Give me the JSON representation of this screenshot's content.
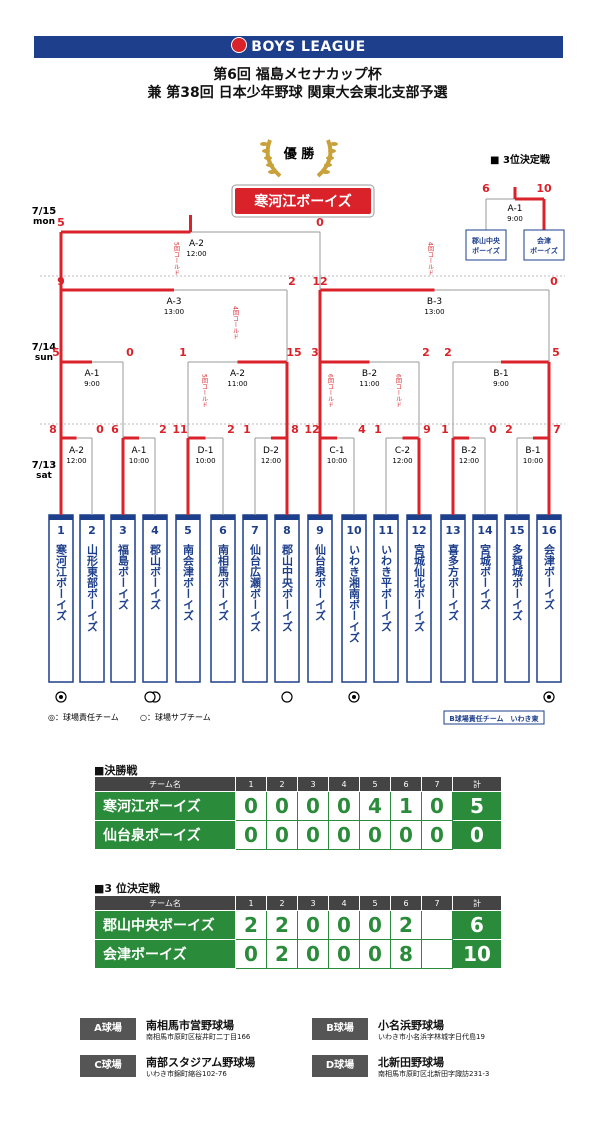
{
  "header": {
    "league": "BOYS LEAGUE",
    "title1": "第6回 福島メセナカップ杯",
    "title2": "兼 第38回 日本少年野球 関東大会東北支部予選"
  },
  "winner": {
    "label": "優 勝",
    "team": "寒河江ボーイズ"
  },
  "dates": [
    {
      "d": "7/15",
      "w": "mon"
    },
    {
      "d": "7/14",
      "w": "sun"
    },
    {
      "d": "7/13",
      "w": "sat"
    }
  ],
  "teams": [
    {
      "num": "1",
      "name": "寒河江ボーイズ"
    },
    {
      "num": "2",
      "name": "山形東部ボーイズ"
    },
    {
      "num": "3",
      "name": "福島ボーイズ"
    },
    {
      "num": "4",
      "name": "郡山ボーイズ"
    },
    {
      "num": "5",
      "name": "南会津ボーイズ"
    },
    {
      "num": "6",
      "name": "南相馬ボーイズ"
    },
    {
      "num": "7",
      "name": "仙台広瀬ボーイズ"
    },
    {
      "num": "8",
      "name": "郡山中央ボーイズ"
    },
    {
      "num": "9",
      "name": "仙台泉ボーイズ"
    },
    {
      "num": "10",
      "name": "いわき湘南ボーイズ"
    },
    {
      "num": "11",
      "name": "いわき平ボーイズ"
    },
    {
      "num": "12",
      "name": "宮城仙北ボーイズ"
    },
    {
      "num": "13",
      "name": "喜多方ボーイズ"
    },
    {
      "num": "14",
      "name": "宮城ボーイズ"
    },
    {
      "num": "15",
      "name": "多賀城ボーイズ"
    },
    {
      "num": "16",
      "name": "会津ボーイズ"
    }
  ],
  "r1": [
    {
      "code": "A-2",
      "time": "12:00",
      "l": "8",
      "r": "0"
    },
    {
      "code": "A-1",
      "time": "10:00",
      "l": "6",
      "r": "2"
    },
    {
      "code": "D-1",
      "time": "10:00",
      "l": "11",
      "r": "2"
    },
    {
      "code": "D-2",
      "time": "12:00",
      "l": "1",
      "r": "8"
    },
    {
      "code": "C-1",
      "time": "10:00",
      "l": "12",
      "r": "4"
    },
    {
      "code": "C-2",
      "time": "12:00",
      "l": "1",
      "r": "9"
    },
    {
      "code": "B-2",
      "time": "12:00",
      "l": "1",
      "r": "0"
    },
    {
      "code": "B-1",
      "time": "10:00",
      "l": "2",
      "r": "7"
    }
  ],
  "r2": [
    {
      "code": "A-1",
      "time": "9:00",
      "l": "5",
      "r": "0"
    },
    {
      "code": "A-2",
      "time": "11:00",
      "l": "1",
      "r": "15"
    },
    {
      "code": "B-2",
      "time": "11:00",
      "l": "3",
      "r": "2"
    },
    {
      "code": "B-1",
      "time": "9:00",
      "l": "2",
      "r": "5"
    }
  ],
  "r3": [
    {
      "code": "A-3",
      "time": "13:00",
      "l": "9",
      "r": "2"
    },
    {
      "code": "B-3",
      "time": "13:00",
      "l": "12",
      "r": "0"
    }
  ],
  "final": {
    "code": "A-2",
    "time": "12:00",
    "l": "5",
    "r": "0"
  },
  "called": "5回コールド",
  "called4": "4回コールド",
  "called6": "6回コールド",
  "third": {
    "title": "■ 3位決定戦",
    "code": "A-1",
    "time": "9:00",
    "l": "6",
    "r": "10",
    "teamL": "郡山中央ボーイズ",
    "teamR": "会津ボーイズ"
  },
  "legend": {
    "main": "◎：球場責任チーム",
    "sub": "○：球場サブチーム",
    "b": "B球場責任チーム　いわき東"
  },
  "final_table": {
    "title": "■決勝戦",
    "head": [
      "チーム名",
      "1",
      "2",
      "3",
      "4",
      "5",
      "6",
      "7",
      "計"
    ],
    "rows": [
      {
        "team": "寒河江ボーイズ",
        "scores": [
          "0",
          "0",
          "0",
          "0",
          "4",
          "1",
          "0"
        ],
        "total": "5"
      },
      {
        "team": "仙台泉ボーイズ",
        "scores": [
          "0",
          "0",
          "0",
          "0",
          "0",
          "0",
          "0"
        ],
        "total": "0"
      }
    ]
  },
  "third_table": {
    "title": "■3 位決定戦",
    "head": [
      "チーム名",
      "1",
      "2",
      "3",
      "4",
      "5",
      "6",
      "7",
      "計"
    ],
    "rows": [
      {
        "team": "郡山中央ボーイズ",
        "scores": [
          "2",
          "2",
          "0",
          "0",
          "0",
          "2",
          ""
        ],
        "total": "6"
      },
      {
        "team": "会津ボーイズ",
        "scores": [
          "0",
          "2",
          "0",
          "0",
          "0",
          "8",
          ""
        ],
        "total": "10"
      }
    ]
  },
  "venues": [
    {
      "label": "A球場",
      "name": "南相馬市営野球場",
      "addr": "南相馬市原町区桜井町二丁目166"
    },
    {
      "label": "B球場",
      "name": "小名浜野球場",
      "addr": "いわき市小名浜字林城字日代島19"
    },
    {
      "label": "C球場",
      "name": "南部スタジアム野球場",
      "addr": "いわき市錦町縮谷102-76"
    },
    {
      "label": "D球場",
      "name": "北新田野球場",
      "addr": "南相馬市原町区北新田字諏訪231-3"
    }
  ]
}
